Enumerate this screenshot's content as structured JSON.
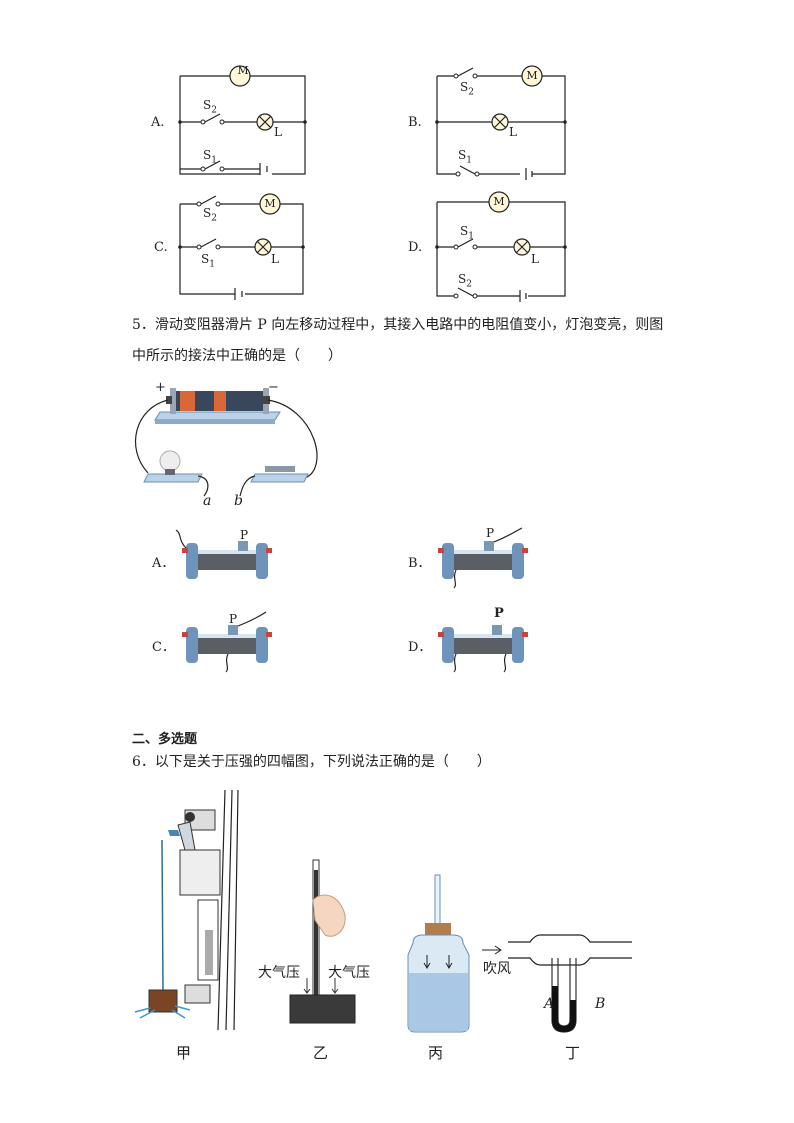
{
  "q4": {
    "options": [
      {
        "letter": "A.",
        "switch_top": "S",
        "switch_top_sub": "2",
        "switch_bottom": "S",
        "switch_bottom_sub": "1",
        "motor": "M",
        "lamp": "L"
      },
      {
        "letter": "B.",
        "switch_top": "S",
        "switch_top_sub": "2",
        "switch_bottom": "S",
        "switch_bottom_sub": "1",
        "motor": "M",
        "lamp": "L"
      },
      {
        "letter": "C.",
        "switch_top": "S",
        "switch_top_sub": "2",
        "switch_bottom": "S",
        "switch_bottom_sub": "1",
        "motor": "M",
        "lamp": "L"
      },
      {
        "letter": "D.",
        "switch_top": "S",
        "switch_top_sub": "1",
        "switch_bottom": "S",
        "switch_bottom_sub": "2",
        "motor": "M",
        "lamp": "L"
      }
    ]
  },
  "q5": {
    "text_line1": "5．滑动变阻器滑片 P 向左移动过程中，其接入电路中的电阻值变小，灯泡变亮，则图",
    "text_line2": "中所示的接法中正确的是（　　）",
    "plus": "+",
    "minus": "−",
    "terminal_a": "a",
    "terminal_b": "b",
    "slider_label": "P",
    "options": [
      "A．",
      "B．",
      "C．",
      "D．"
    ]
  },
  "section2": {
    "title": "二、多选题"
  },
  "q6": {
    "text": "6．以下是关于压强的四幅图，下列说法正确的是（　　）",
    "atm_left": "大气压",
    "atm_right": "大气压",
    "blow": "吹风",
    "label_A": "A",
    "label_B": "B",
    "figures": [
      "甲",
      "乙",
      "丙",
      "丁"
    ]
  }
}
